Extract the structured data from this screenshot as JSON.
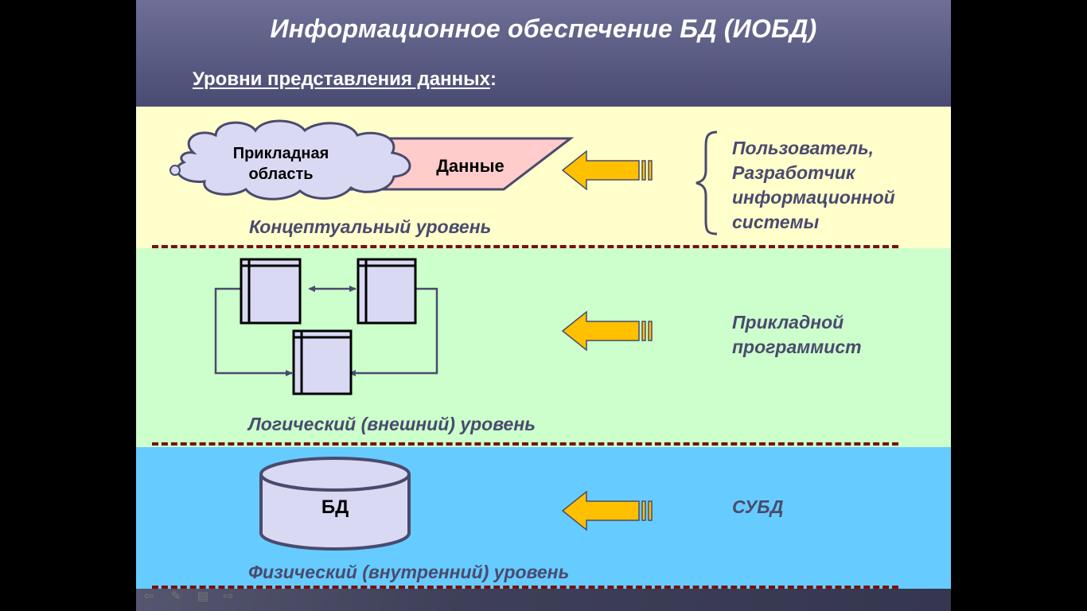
{
  "slide": {
    "title": "Информационное обеспечение БД (ИОБД)",
    "subtitle": "Уровни представления данных",
    "subtitle_suffix": ":"
  },
  "conceptual": {
    "cloud_text": "Прикладная\nобласть",
    "data_shape_text": "Данные",
    "level_label": "Концептуальный уровень",
    "role": "Пользователь,\nРазработчик\nинформационной\nсистемы"
  },
  "logical": {
    "level_label": "Логический (внешний) уровень",
    "role": "Прикладной\nпрограммист"
  },
  "physical": {
    "db_text": "БД",
    "level_label": "Физический (внутренний) уровень",
    "role": "СУБД"
  },
  "colors": {
    "band_conceptual": "#ffffcc",
    "band_logical": "#ccffcc",
    "band_physical": "#66ccff",
    "arrow_fill": "#ffc000",
    "shape_fill": "#d9d9f3",
    "data_shape_fill": "#ffcccc",
    "text_accent": "#4a4a6e",
    "divider": "#7a1010"
  },
  "icons": {
    "nav_prev": "arrow-left-icon",
    "nav_pen": "pen-icon",
    "nav_menu": "menu-icon",
    "nav_next": "arrow-right-icon"
  }
}
